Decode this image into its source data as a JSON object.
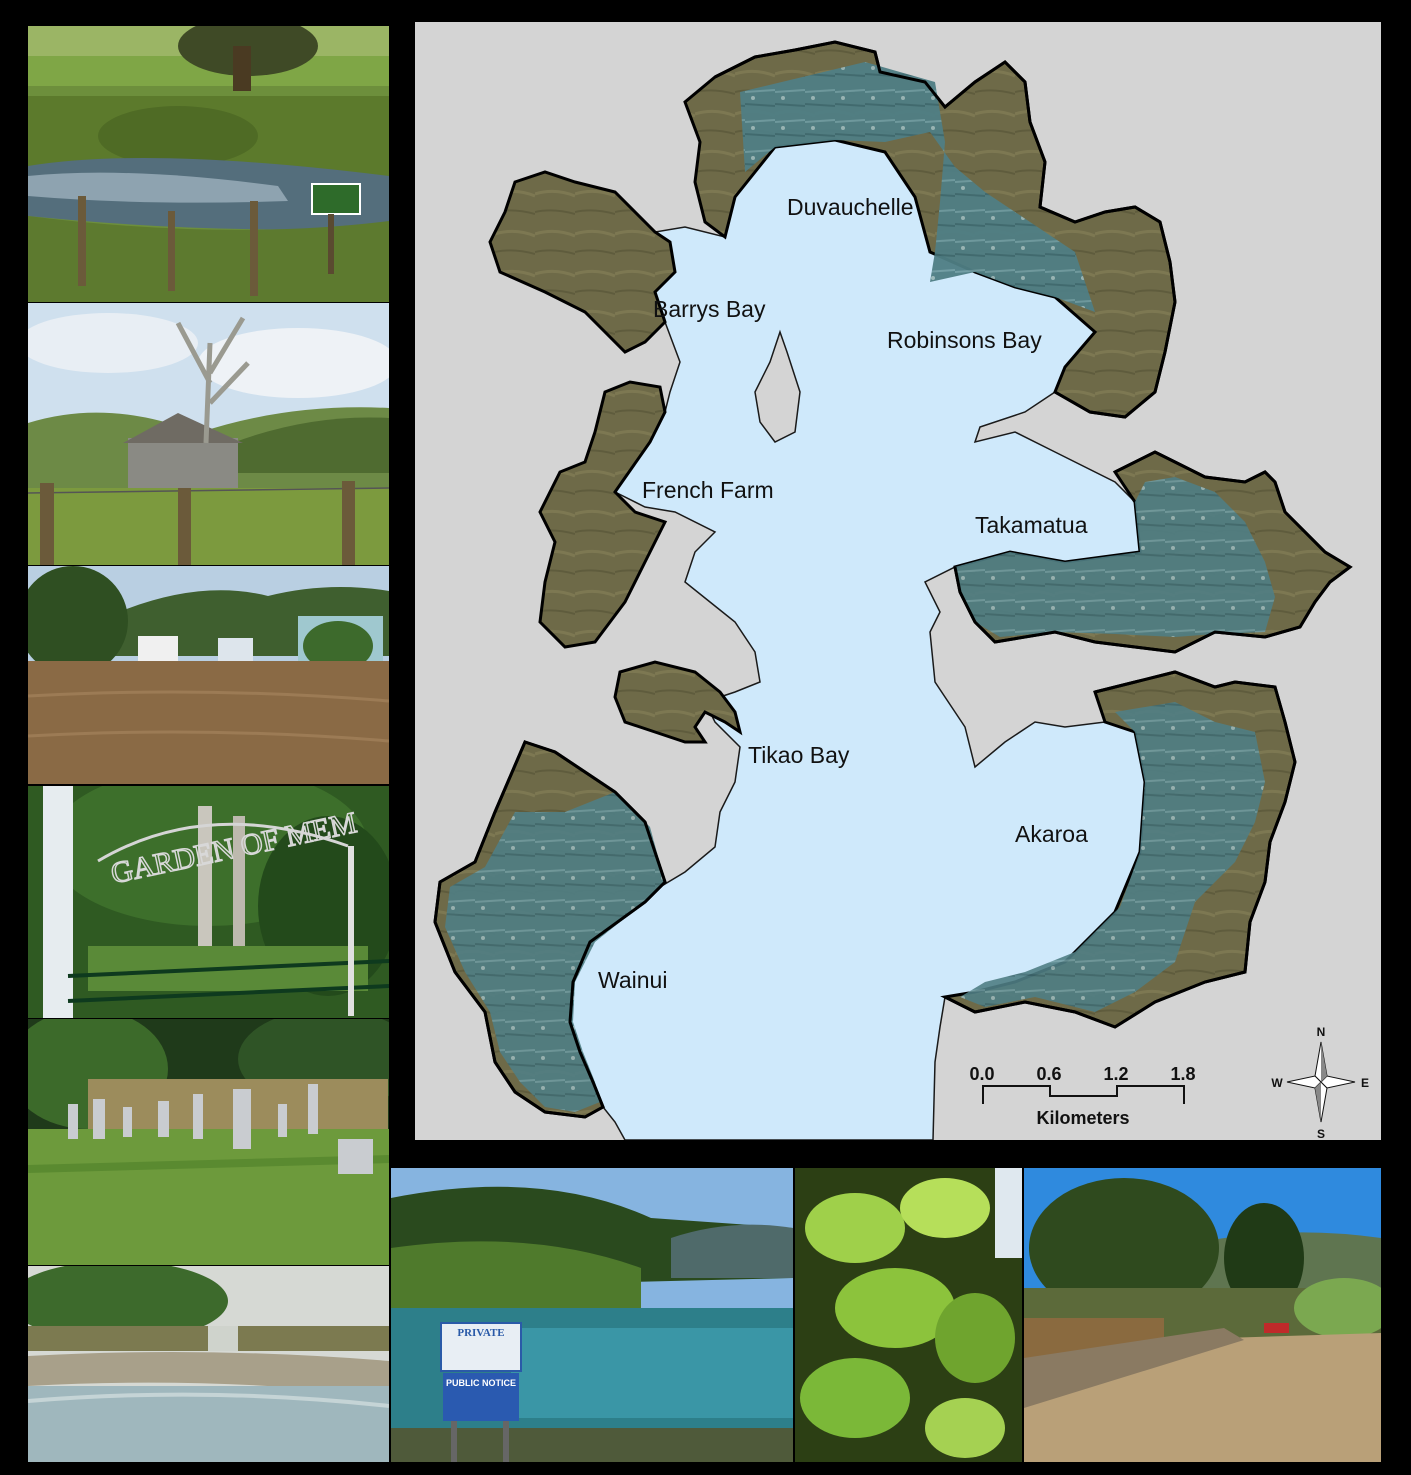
{
  "map": {
    "labels": {
      "duvauchelle": "Duvauchelle",
      "barrys_bay": "Barrys Bay",
      "robinsons_bay": "Robinsons Bay",
      "french_farm": "French Farm",
      "takamatua": "Takamatua",
      "tikao_bay": "Tikao Bay",
      "akaroa": "Akaroa",
      "wainui": "Wainui"
    },
    "scale_bar": {
      "ticks": [
        "0.0",
        "0.6",
        "1.2",
        "1.8"
      ],
      "unit": "Kilometers"
    },
    "compass": {
      "n": "N",
      "s": "S",
      "e": "E",
      "w": "W"
    },
    "colors": {
      "water": "#cfe9fb",
      "land": "#d4d4d4",
      "rural_parcel": "#6e6a48",
      "urban_parcel": "#4f7e84",
      "outline": "#000000"
    }
  },
  "photos": {
    "stream_sign": "",
    "public_notice_private": "PRIVATE",
    "public_notice": "PUBLIC NOTICE",
    "garden_gate": "GARDEN OF MEM"
  }
}
